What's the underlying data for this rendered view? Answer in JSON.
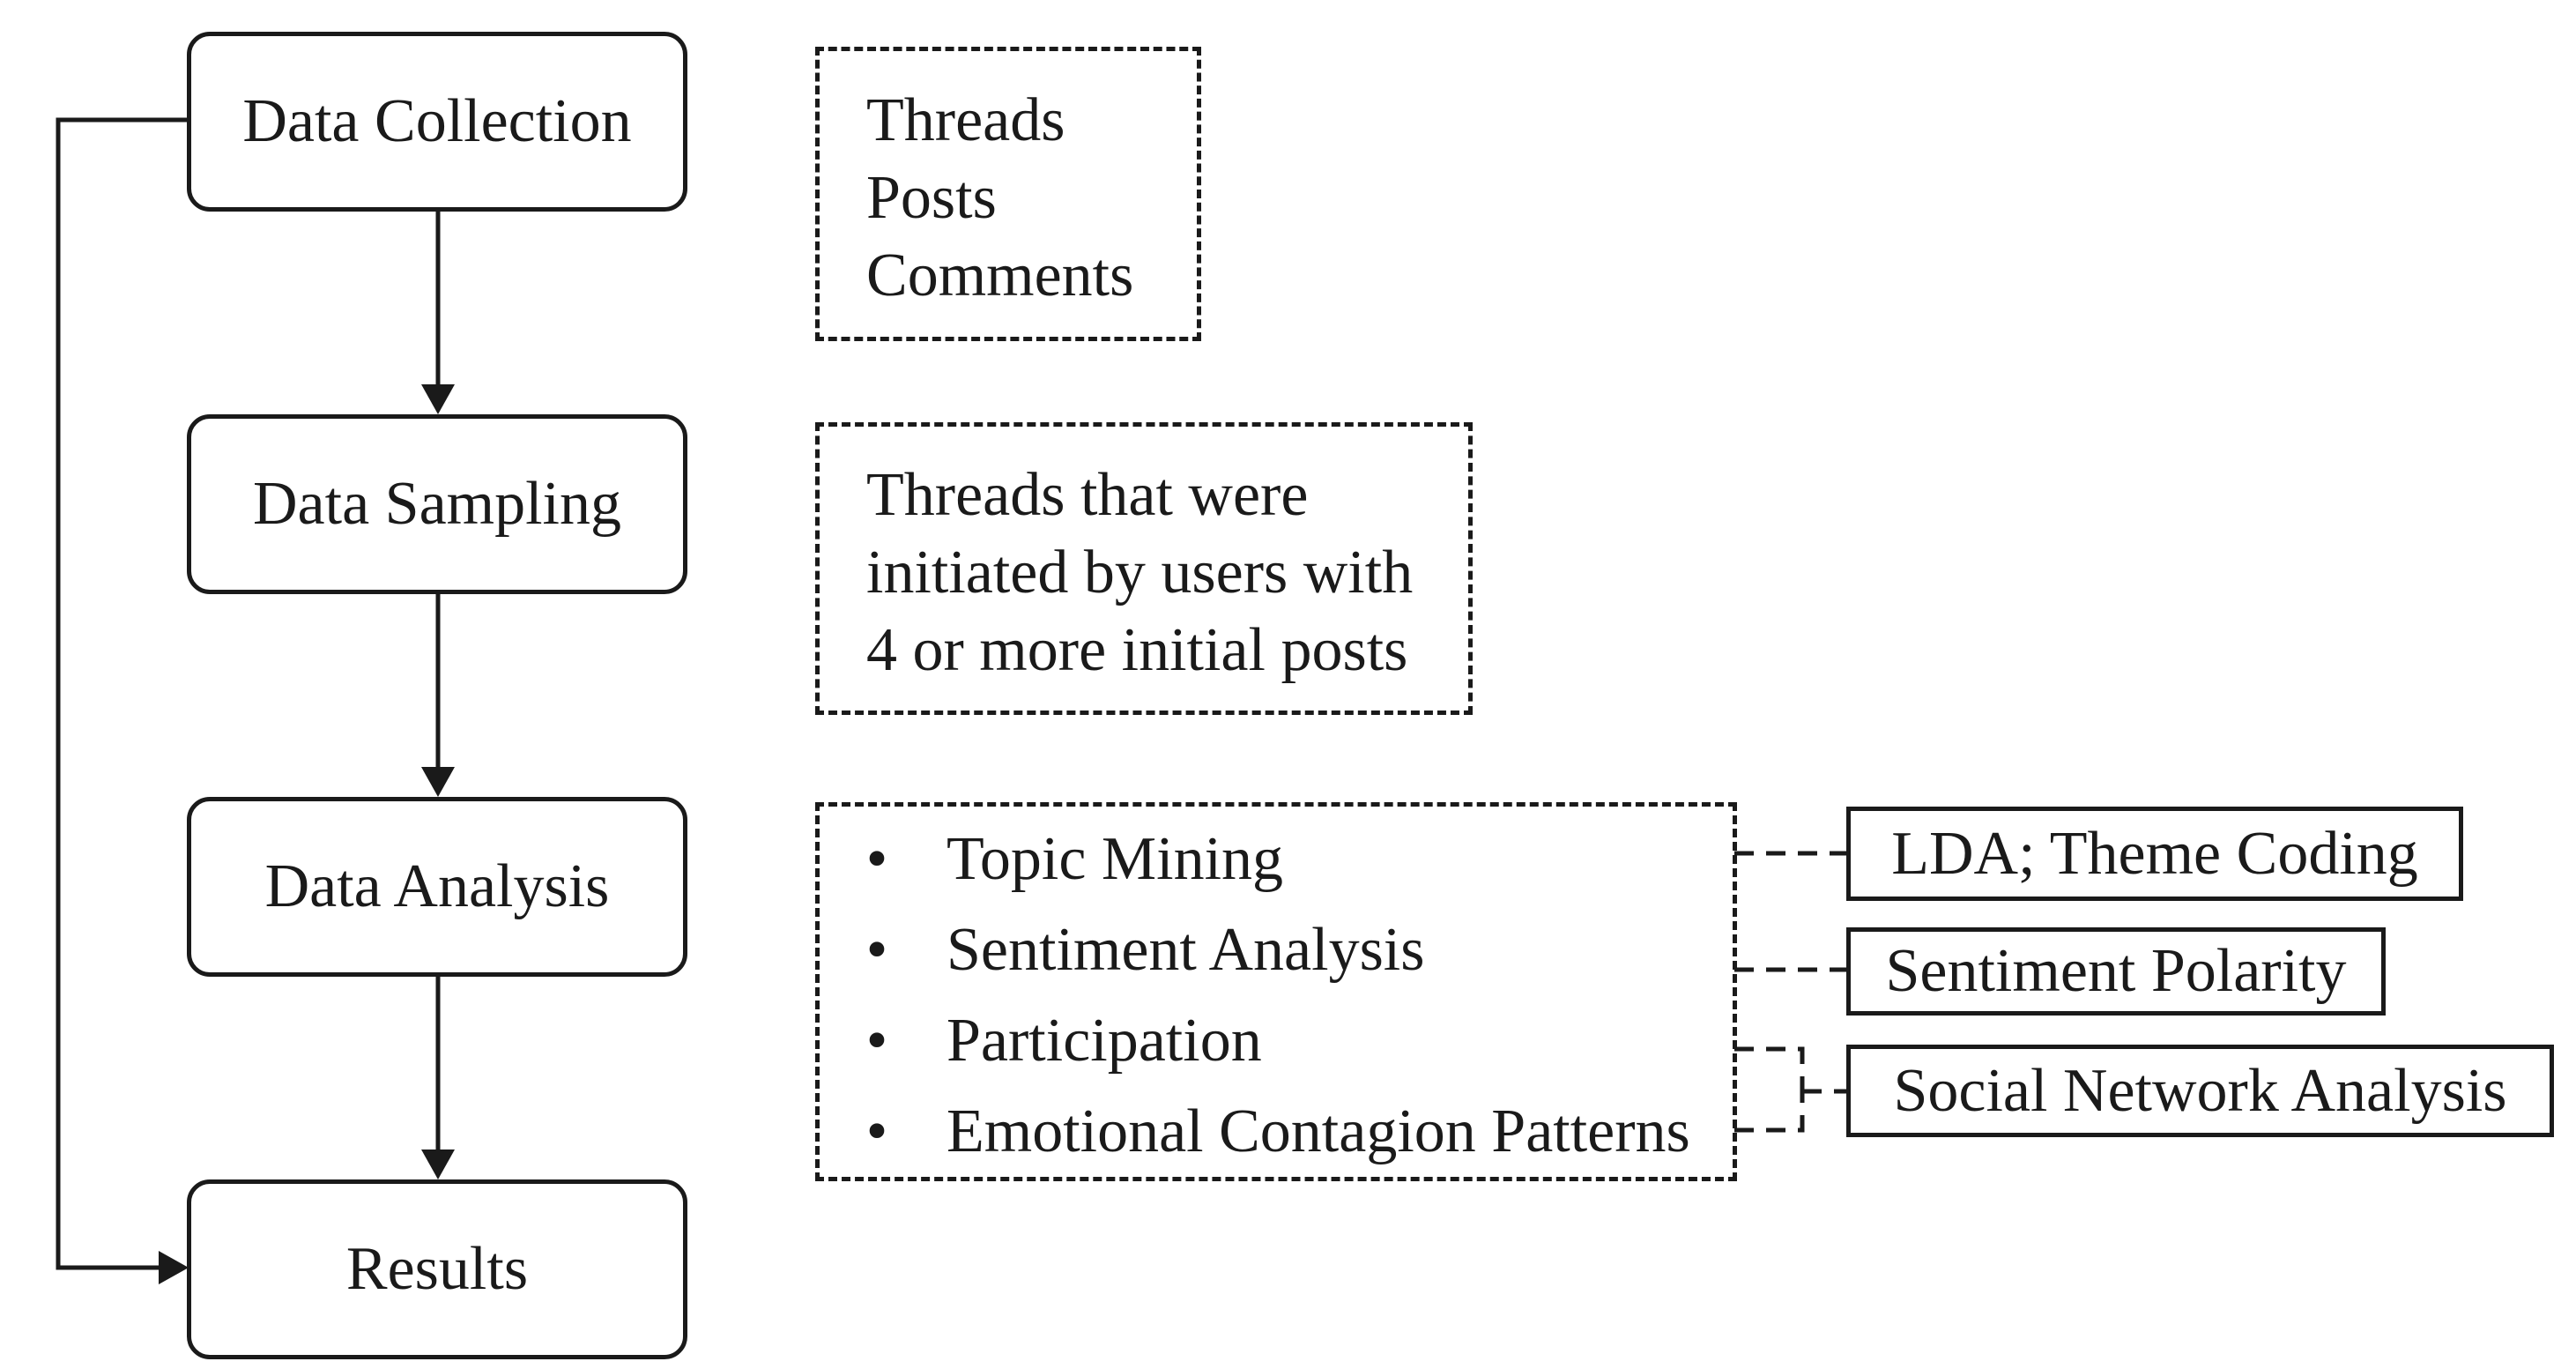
{
  "stages": [
    {
      "label": "Data Collection"
    },
    {
      "label": "Data Sampling"
    },
    {
      "label": "Data Analysis"
    },
    {
      "label": "Results"
    }
  ],
  "collection_details": [
    "Threads",
    "Posts",
    "Comments"
  ],
  "sampling_details": [
    "Threads that were",
    "initiated by users with",
    "4 or more initial posts"
  ],
  "analysis_details": [
    {
      "bullet": "•",
      "text": "Topic Mining"
    },
    {
      "bullet": "•",
      "text": "Sentiment Analysis"
    },
    {
      "bullet": "•",
      "text": "Participation"
    },
    {
      "bullet": "•",
      "text": "Emotional Contagion Patterns"
    }
  ],
  "methods": [
    {
      "label": "LDA; Theme Coding"
    },
    {
      "label": "Sentiment Polarity"
    },
    {
      "label": "Social Network Analysis"
    }
  ]
}
